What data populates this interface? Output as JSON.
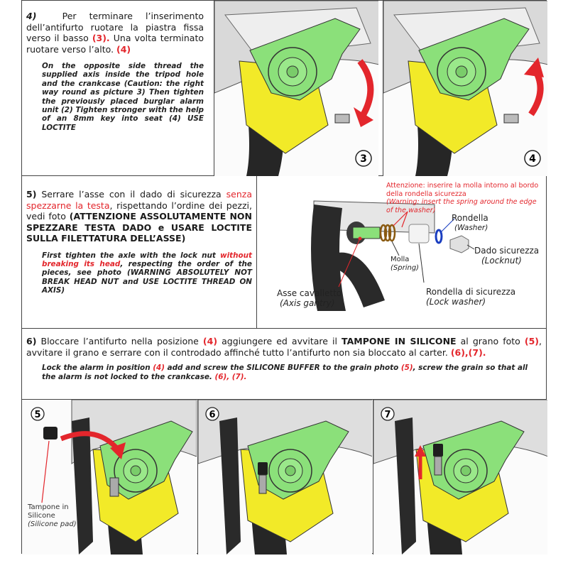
{
  "step4": {
    "num": "4)",
    "it_a": "Per terminare l’inserimento dell’antifurto ruotare la piastra fissa verso il basso ",
    "it_b": "(3).",
    "it_c": " Una volta terminato ruotare verso l’alto. ",
    "it_d": "(4)",
    "en": "On the opposite side thread the supplied axis inside the tripod hole and the crankcase (Caution: the right way round as picture 3) Then tighten the previously placed burglar alarm unit (2) Tighten stronger with the help of an 8mm key into seat (4) USE LOCTITE",
    "fig_a": "3",
    "fig_b": "4"
  },
  "step5": {
    "num": "5)",
    "it_a": " Serrare l’asse con il dado di sicurezza ",
    "it_b": "senza spezzarne la testa",
    "it_c": ", rispettando l’ordine dei pezzi, vedi foto ",
    "it_d": "(ATTENZIONE ASSOLUTAMENTE NON SPEZZARE TESTA DADO e USARE LOCTITE SULLA FILETTATURA DELL’ASSE)",
    "en_a": "First tighten the axle with the lock nut ",
    "en_b": "without breaking its head",
    "en_c": ", respecting the order of the pieces, see photo (WARNING ABSOLUTELY NOT BREAK HEAD NUT and USE LOCTITE THREAD ON AXIS)",
    "note_it": "Attenzione: inserire la molla intorno al bordo della rondella sicurezza",
    "note_en": "(Warning: insert the spring around the edge of the washer)",
    "label_rondella": "Rondella",
    "label_washer": "(Washer)",
    "label_molla": "Molla",
    "label_spring": "(Spring)",
    "label_dado": "Dado sicurezza",
    "label_locknut": "(Locknut)",
    "label_rondella_sic": "Rondella di sicurezza",
    "label_lock_washer": "(Lock washer)",
    "label_asse": "Asse cavalletto",
    "label_axis": "(Axis gantry)"
  },
  "step6": {
    "num": "6)",
    "it_a": " Bloccare l’antifurto nella posizione ",
    "it_b": "(4)",
    "it_c": " aggiungere ed avvitare il ",
    "it_d": "TAMPONE IN SILICONE",
    "it_e": " al grano foto ",
    "it_f": "(5)",
    "it_g": ", avvitare il grano e serrare con il controdado affinché tutto l’antifurto non sia bloccato al carter. ",
    "it_h": "(6),(7).",
    "en_a": "Lock the alarm in position ",
    "en_b": "(4)",
    "en_c": " add and screw the SILICONE BUFFER to the grain photo ",
    "en_d": "(5)",
    "en_e": ", screw the grain so that all the alarm is not locked to the crankcase. ",
    "en_f": "(6), (7)."
  },
  "figs": {
    "n5": "5",
    "n6": "6",
    "n7": "7",
    "tampone_1": "Tampone in",
    "tampone_2": "Silicone",
    "silicone_pad": "(Silicone pad)"
  },
  "colors": {
    "green": "#8be07a",
    "yellow": "#f2ea28",
    "red": "#e3262c",
    "dark": "#1c1c1c"
  }
}
